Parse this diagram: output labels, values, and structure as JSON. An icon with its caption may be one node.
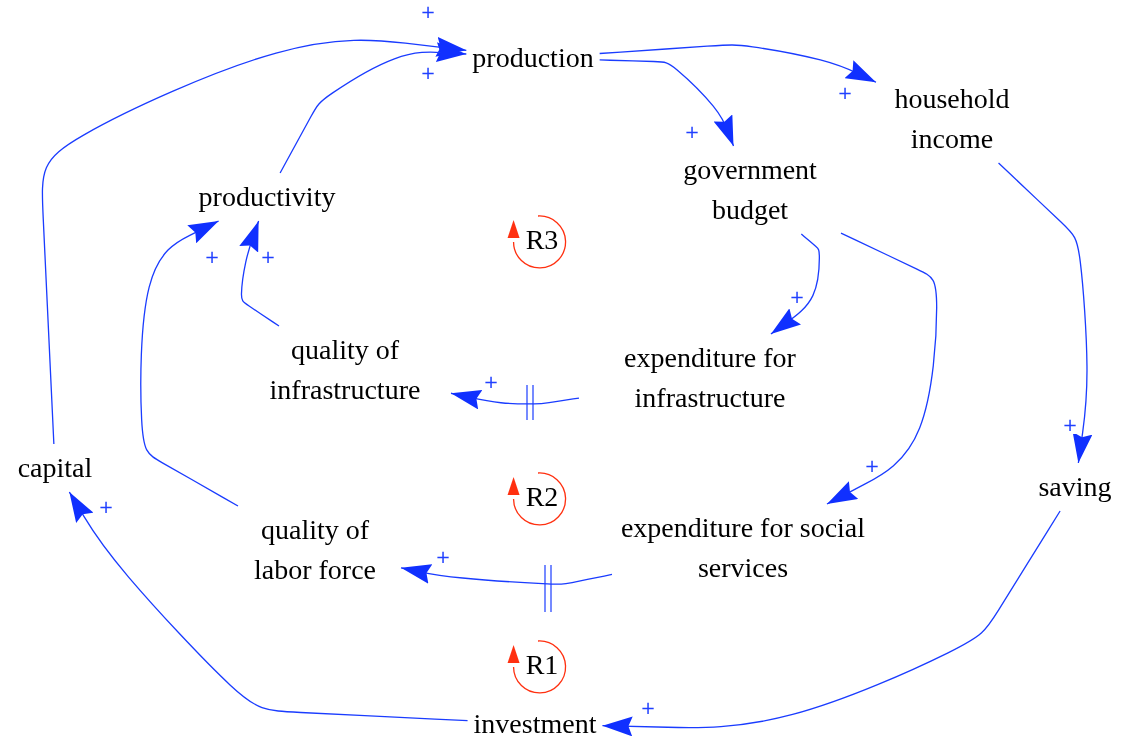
{
  "diagram": {
    "nodes": [
      {
        "text": [
          "production"
        ]
      },
      {
        "text": [
          "household income"
        ]
      },
      {
        "text": [
          "government budget"
        ]
      },
      {
        "text": [
          "productivity"
        ]
      },
      {
        "text": [
          "quality of infrastructure"
        ]
      },
      {
        "text": [
          "expenditure for infrastructure"
        ]
      },
      {
        "text": [
          "capital"
        ]
      },
      {
        "text": [
          "saving"
        ]
      },
      {
        "text": [
          "quality of labor force"
        ]
      },
      {
        "text": [
          "expenditure for social services"
        ]
      },
      {
        "text": [
          "investment"
        ]
      }
    ],
    "edges": [
      {
        "from": 0,
        "to": 1,
        "arrow": "to",
        "label": "+"
      },
      {
        "from": 0,
        "to": 2,
        "arrow": "to",
        "label": "+"
      },
      {
        "from": 2,
        "to": 5,
        "arrow": "to",
        "label": "+"
      },
      {
        "from": 2,
        "to": 9,
        "arrow": "to",
        "label": "+"
      },
      {
        "from": 1,
        "to": 7,
        "arrow": "to",
        "label": "+"
      },
      {
        "from": 7,
        "to": 10,
        "arrow": "to",
        "label": "+"
      },
      {
        "from": 10,
        "to": 6,
        "arrow": "to",
        "label": "+"
      },
      {
        "from": 6,
        "to": 0,
        "arrow": "to",
        "label": "+"
      },
      {
        "from": 3,
        "to": 0,
        "arrow": "to",
        "label": "+"
      },
      {
        "from": 4,
        "to": 3,
        "arrow": "to",
        "label": "+"
      },
      {
        "from": 8,
        "to": 3,
        "arrow": "to",
        "label": "+"
      },
      {
        "from": 5,
        "to": 4,
        "arrow": "to",
        "label": "+"
      },
      {
        "from": 9,
        "to": 8,
        "arrow": "to",
        "label": "+"
      }
    ],
    "labels": [
      "R3",
      "R2",
      "R1"
    ]
  }
}
